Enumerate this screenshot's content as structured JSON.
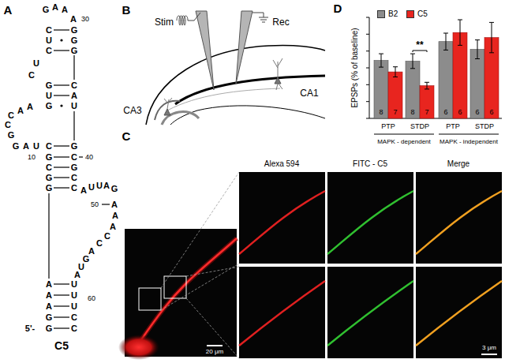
{
  "diagram": {
    "labels": [
      "A",
      "G",
      "A",
      "A",
      "A",
      "30",
      "C",
      "G",
      "U",
      "G",
      "C",
      "G",
      "U",
      "C",
      "G",
      "C",
      "U",
      "A",
      "A",
      "G",
      "U",
      "A",
      "C",
      "C",
      "G",
      "G",
      "A",
      "U",
      "C",
      "G",
      "10",
      "G",
      "C",
      "40",
      "C",
      "G",
      "G",
      "C",
      "G",
      "C",
      "A",
      "U",
      "U",
      "A",
      "G",
      "50",
      "A",
      "A",
      "A",
      "C",
      "C",
      "A",
      "G",
      "U",
      "A",
      "A",
      "U",
      "A",
      "U",
      "60",
      "A",
      "U",
      "G",
      "C",
      "5'-",
      "G",
      "C",
      "C5",
      "B",
      "Stim",
      "Rec",
      "CA1",
      "CA3",
      "C",
      "Alexa 594",
      "FITC - C5",
      "Merge",
      "20 μm",
      "3 μm",
      "D",
      "EPSPs (% of baseline)",
      "8",
      "7",
      "8",
      "7",
      "6",
      "6",
      "6",
      "6",
      "**",
      "PTP",
      "STDP",
      "PTP",
      "STDP",
      "MAPK - dependent",
      "MAPK - independent"
    ],
    "legend": [
      {
        "text": "B2",
        "color": "#8c8c8c"
      },
      {
        "text": "C5",
        "color": "#e8251f"
      }
    ]
  }
}
